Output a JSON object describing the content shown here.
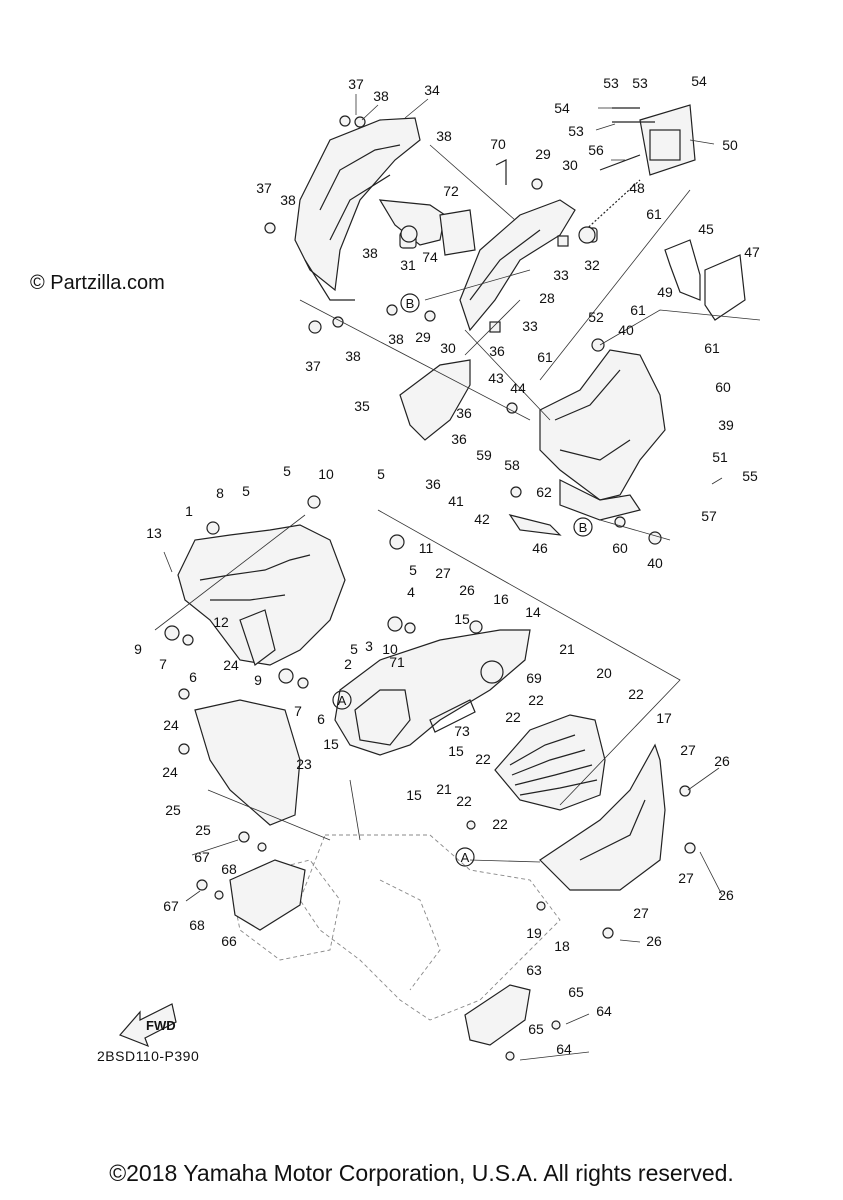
{
  "watermark": "© Partzilla.com",
  "figure_code": "2BSD110-P390",
  "copyright": "©2018 Yamaha Motor Corporation, U.S.A. All rights reserved.",
  "fwd_label": "FWD",
  "reference_marks": [
    "A",
    "B"
  ],
  "callouts": [
    {
      "n": "37"
    },
    {
      "n": "38"
    },
    {
      "n": "34"
    },
    {
      "n": "38"
    },
    {
      "n": "70"
    },
    {
      "n": "29"
    },
    {
      "n": "30"
    },
    {
      "n": "53"
    },
    {
      "n": "53"
    },
    {
      "n": "54"
    },
    {
      "n": "54"
    },
    {
      "n": "53"
    },
    {
      "n": "50"
    },
    {
      "n": "56"
    },
    {
      "n": "48"
    },
    {
      "n": "61"
    },
    {
      "n": "37"
    },
    {
      "n": "38"
    },
    {
      "n": "72"
    },
    {
      "n": "31"
    },
    {
      "n": "74"
    },
    {
      "n": "33"
    },
    {
      "n": "32"
    },
    {
      "n": "45"
    },
    {
      "n": "47"
    },
    {
      "n": "38"
    },
    {
      "n": "28"
    },
    {
      "n": "49"
    },
    {
      "n": "37"
    },
    {
      "n": "38"
    },
    {
      "n": "38"
    },
    {
      "n": "29"
    },
    {
      "n": "30"
    },
    {
      "n": "36"
    },
    {
      "n": "33"
    },
    {
      "n": "61"
    },
    {
      "n": "52"
    },
    {
      "n": "40"
    },
    {
      "n": "61"
    },
    {
      "n": "61"
    },
    {
      "n": "43"
    },
    {
      "n": "44"
    },
    {
      "n": "35"
    },
    {
      "n": "36"
    },
    {
      "n": "60"
    },
    {
      "n": "39"
    },
    {
      "n": "36"
    },
    {
      "n": "59"
    },
    {
      "n": "58"
    },
    {
      "n": "36"
    },
    {
      "n": "51"
    },
    {
      "n": "55"
    },
    {
      "n": "62"
    },
    {
      "n": "41"
    },
    {
      "n": "42"
    },
    {
      "n": "57"
    },
    {
      "n": "46"
    },
    {
      "n": "60"
    },
    {
      "n": "40"
    },
    {
      "n": "5"
    },
    {
      "n": "10"
    },
    {
      "n": "5"
    },
    {
      "n": "8"
    },
    {
      "n": "5"
    },
    {
      "n": "1"
    },
    {
      "n": "13"
    },
    {
      "n": "11"
    },
    {
      "n": "5"
    },
    {
      "n": "4"
    },
    {
      "n": "27"
    },
    {
      "n": "26"
    },
    {
      "n": "16"
    },
    {
      "n": "15"
    },
    {
      "n": "14"
    },
    {
      "n": "12"
    },
    {
      "n": "3"
    },
    {
      "n": "9"
    },
    {
      "n": "7"
    },
    {
      "n": "6"
    },
    {
      "n": "10"
    },
    {
      "n": "5"
    },
    {
      "n": "2"
    },
    {
      "n": "71"
    },
    {
      "n": "69"
    },
    {
      "n": "21"
    },
    {
      "n": "24"
    },
    {
      "n": "9"
    },
    {
      "n": "20"
    },
    {
      "n": "24"
    },
    {
      "n": "7"
    },
    {
      "n": "6"
    },
    {
      "n": "22"
    },
    {
      "n": "22"
    },
    {
      "n": "73"
    },
    {
      "n": "22"
    },
    {
      "n": "17"
    },
    {
      "n": "15"
    },
    {
      "n": "24"
    },
    {
      "n": "15"
    },
    {
      "n": "22"
    },
    {
      "n": "27"
    },
    {
      "n": "26"
    },
    {
      "n": "23"
    },
    {
      "n": "21"
    },
    {
      "n": "15"
    },
    {
      "n": "25"
    },
    {
      "n": "22"
    },
    {
      "n": "25"
    },
    {
      "n": "22"
    },
    {
      "n": "67"
    },
    {
      "n": "68"
    },
    {
      "n": "27"
    },
    {
      "n": "26"
    },
    {
      "n": "67"
    },
    {
      "n": "68"
    },
    {
      "n": "66"
    },
    {
      "n": "19"
    },
    {
      "n": "18"
    },
    {
      "n": "27"
    },
    {
      "n": "26"
    },
    {
      "n": "63"
    },
    {
      "n": "65"
    },
    {
      "n": "64"
    },
    {
      "n": "65"
    },
    {
      "n": "64"
    }
  ]
}
